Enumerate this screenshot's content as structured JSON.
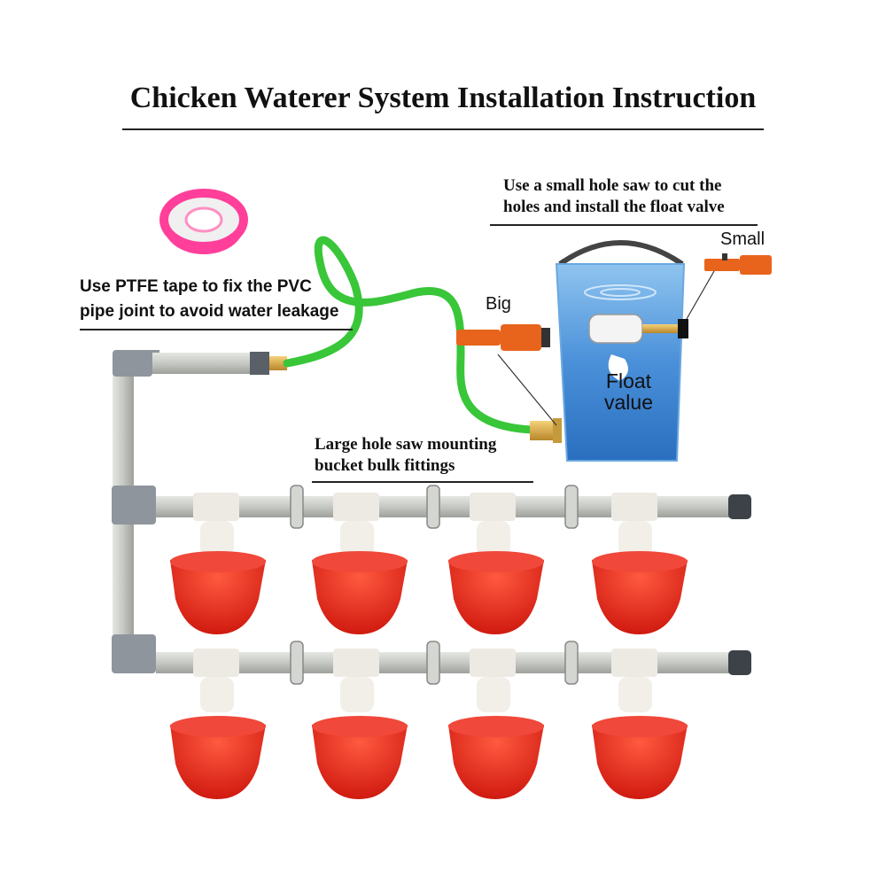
{
  "title": "Chicken Waterer System Installation Instruction",
  "notes": {
    "hole_saw_line1": "Use a small hole saw to cut the",
    "hole_saw_line2": "holes and install the float valve",
    "ptfe_line1": "Use PTFE tape to fix the PVC",
    "ptfe_line2": "pipe joint to avoid water leakage",
    "fittings_line1": "Large hole saw mounting",
    "fittings_line2": "bucket bulk fittings"
  },
  "labels": {
    "small": "Small",
    "big": "Big",
    "float_line1": "Float",
    "float_line2": "value"
  },
  "colors": {
    "pipe": "#c9cbc6",
    "elbow": "#8f959c",
    "hose": "#39c639",
    "cup": "#e8281c",
    "bucket": "#4a90d9",
    "hole_saw": "#e8641c",
    "tape_ring": "#ff3f9a"
  }
}
